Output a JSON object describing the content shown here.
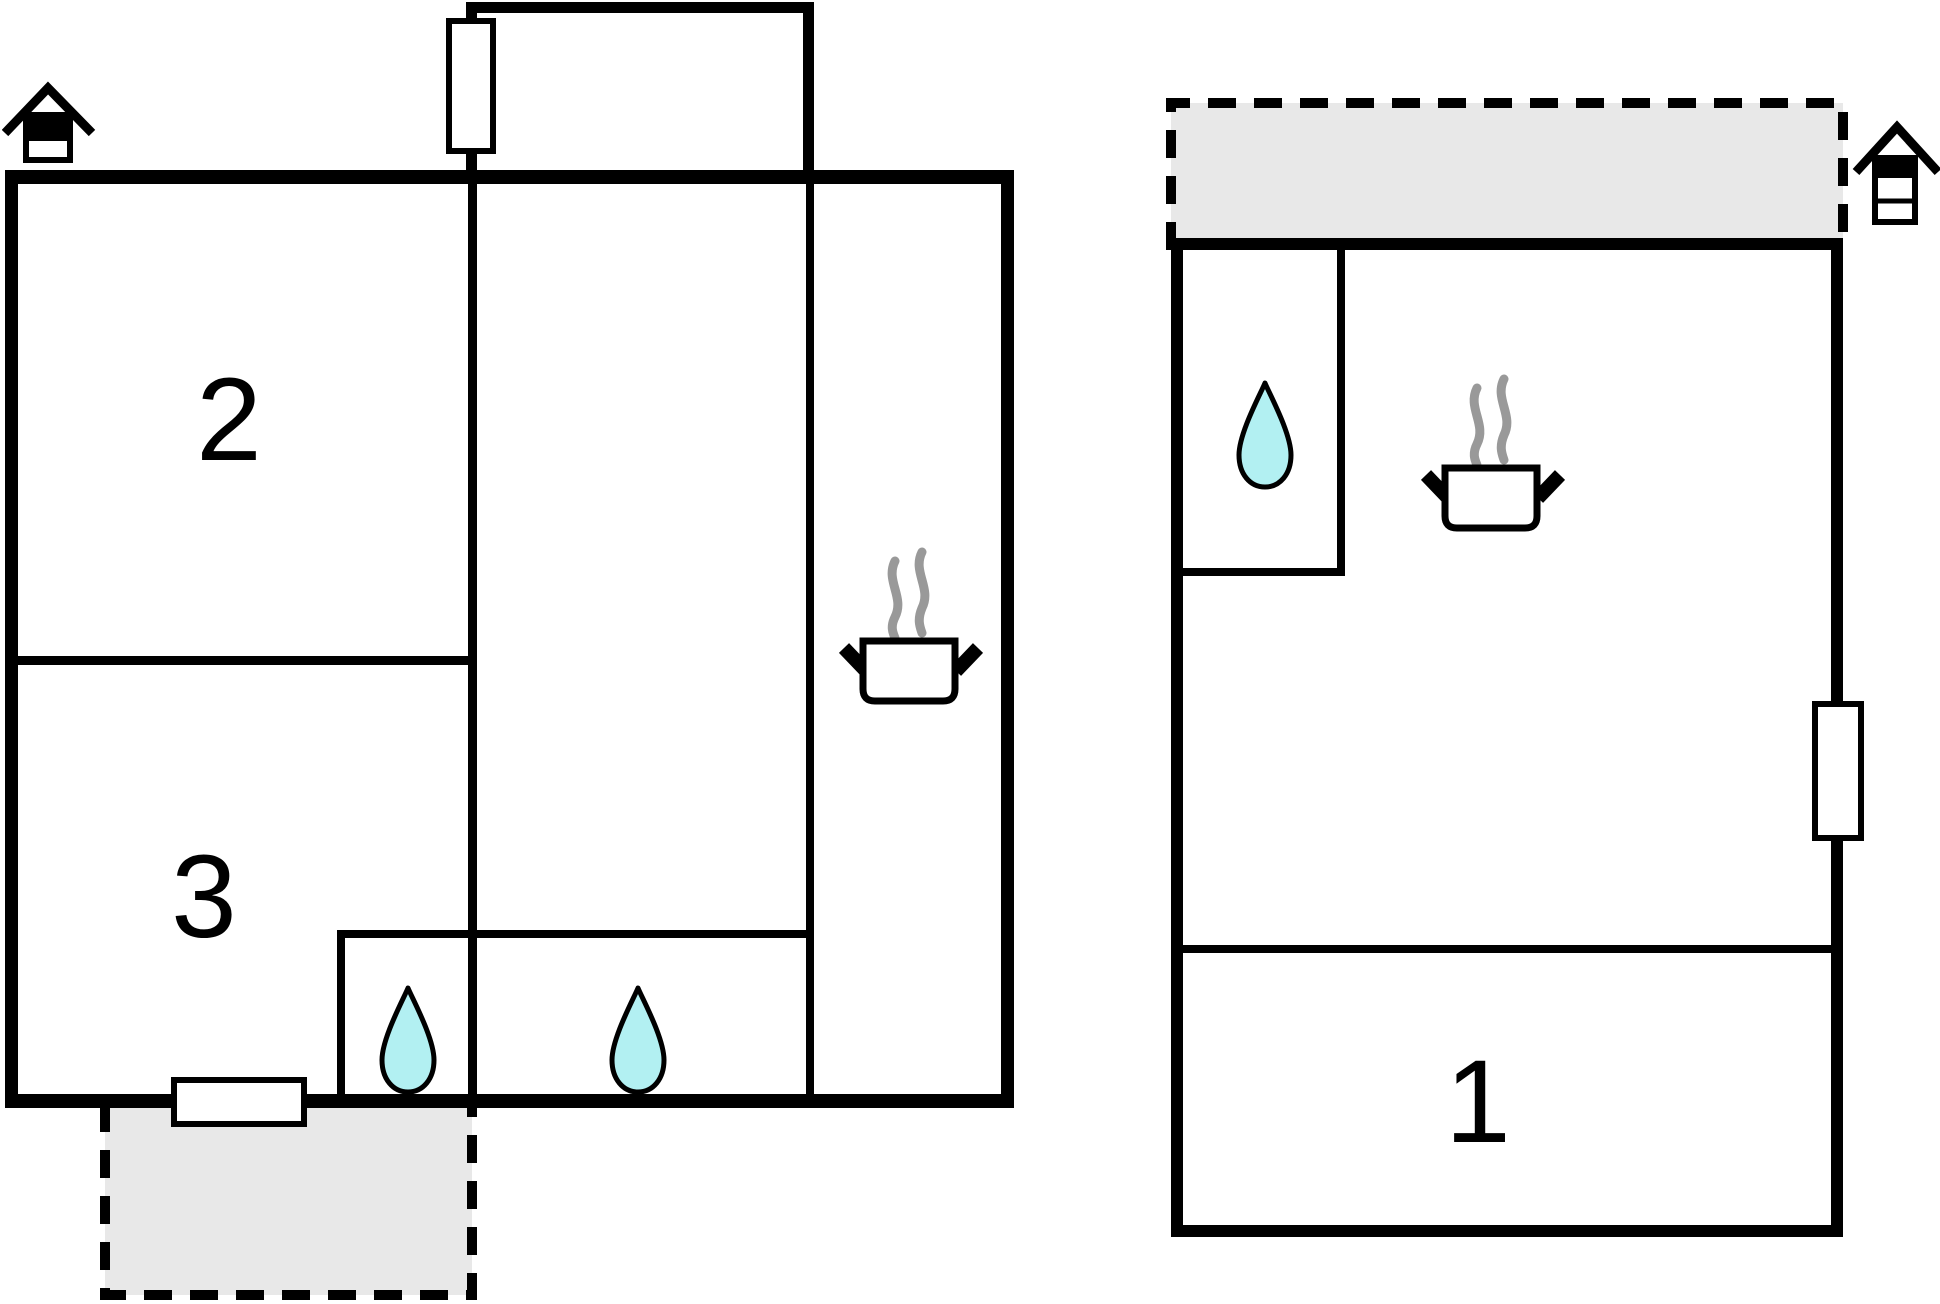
{
  "plan": {
    "background": "#ffffff",
    "wall_color": "#000000",
    "terrace_color": "#e8e8e8",
    "water_color": "#b2f0f2",
    "steam_color": "#999999",
    "opening_fill": "#ffffff"
  },
  "left_building": {
    "room_labels": {
      "room2": "2",
      "room3": "3"
    },
    "icons": {
      "chimney": "chimney-icon",
      "top_window": "window",
      "bottom_door": "door-window",
      "water_drops": [
        "water-drop-icon",
        "water-drop-icon"
      ],
      "stove": "stove-pot-icon"
    },
    "terrace": {
      "location": "bottom",
      "fill": "#e8e8e8",
      "border": "dashed"
    }
  },
  "right_building": {
    "room_labels": {
      "room1": "1"
    },
    "icons": {
      "chimney": "chimney-icon",
      "right_window": "window",
      "water_drop": "water-drop-icon",
      "stove": "stove-pot-icon"
    },
    "terrace": {
      "location": "top",
      "fill": "#e8e8e8",
      "border": "dashed"
    }
  }
}
